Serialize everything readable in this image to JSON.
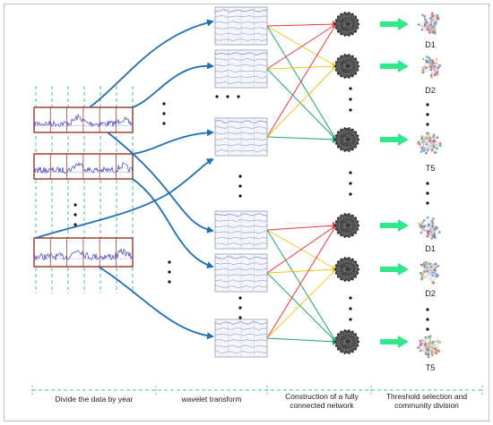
{
  "stages": [
    {
      "label": "Divide the data by year"
    },
    {
      "label": "wavelet transform"
    },
    {
      "label_line1": "Construction of a fully",
      "label_line2": "connected network"
    },
    {
      "label_line1": "Threshold selection and",
      "label_line2": "community division"
    }
  ],
  "community_labels": [
    "D1",
    "D2",
    "T5",
    "D1",
    "D2",
    "T5"
  ],
  "colors": {
    "timeseries_line": "#3b3bb0",
    "timeseries_frame": "#a0402f",
    "year_divider": "#3fbfa0",
    "curved_arrow": "#1f6fb5",
    "edge_red": "#e8373a",
    "edge_yellow": "#f0c419",
    "edge_green": "#1aa36b",
    "block_arrow": "#2ee88a",
    "network_node": "#222222"
  }
}
